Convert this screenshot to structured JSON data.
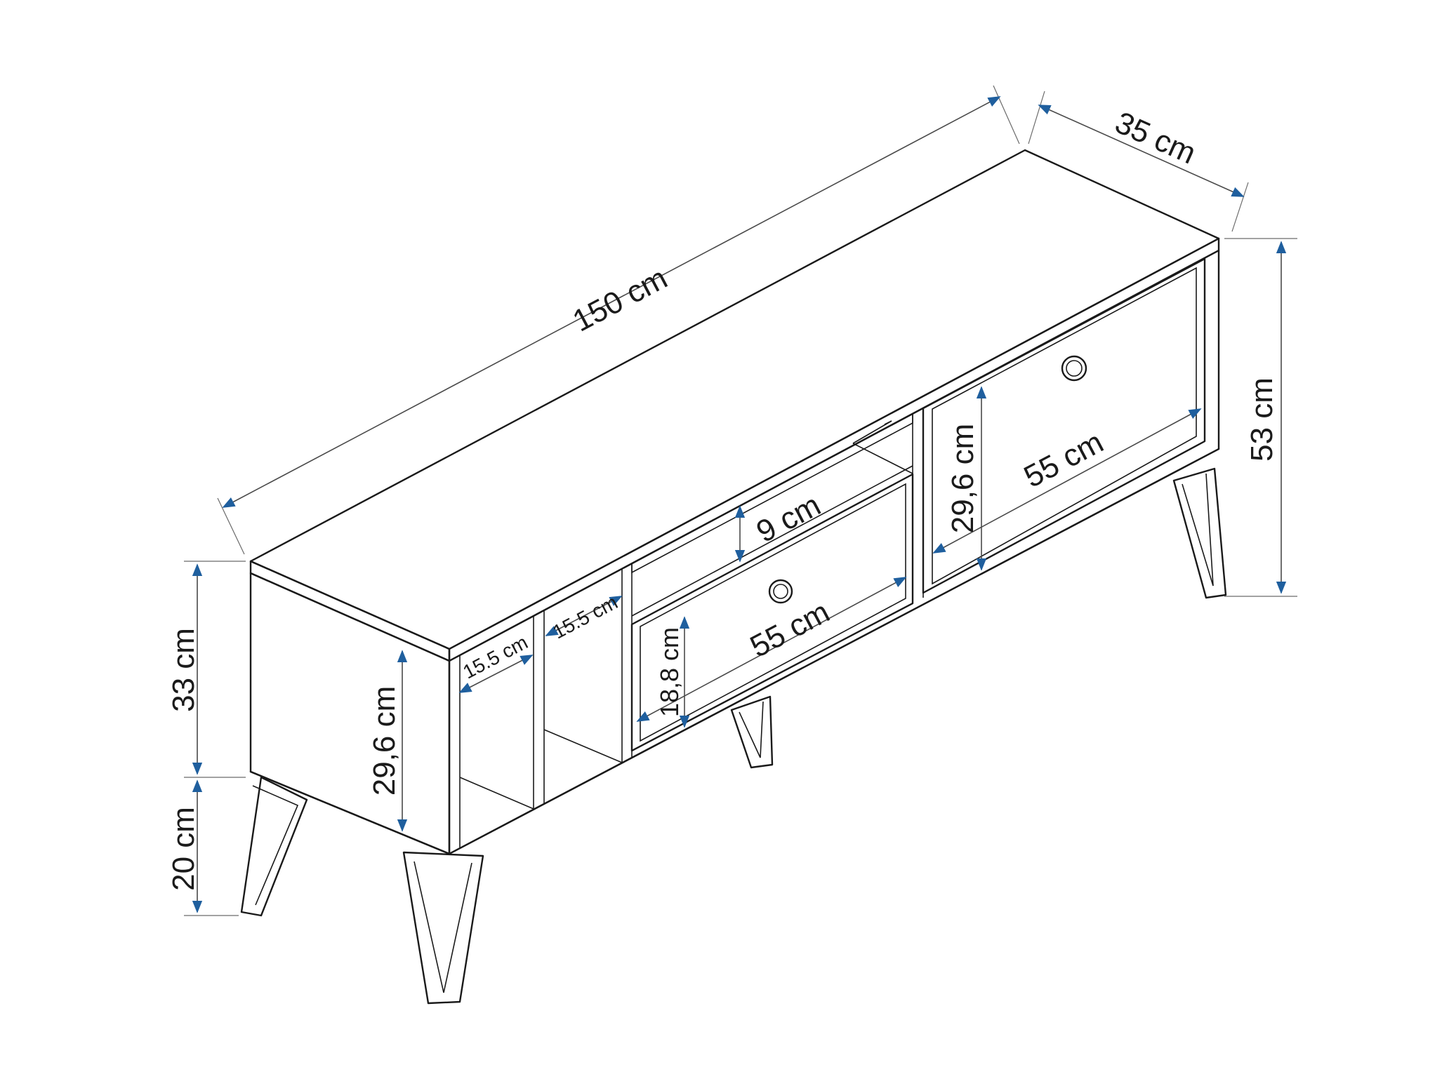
{
  "diagram": {
    "dimensions": {
      "length": "150 cm",
      "depth": "35 cm",
      "total_height": "53 cm",
      "body_height": "33 cm",
      "leg_height": "20 cm",
      "shelf_height": "29,6 cm",
      "shelf_width_left": "15.5 cm",
      "shelf_width_right": "15.5 cm",
      "top_niche_height": "9 cm",
      "drawer_height": "18,8 cm",
      "drawer_width": "55 cm",
      "door_height": "29,6 cm",
      "door_width": "55 cm"
    },
    "colors": {
      "outline": "#1a1a1a",
      "arrow": "#1f5f9e",
      "background": "#ffffff"
    }
  }
}
